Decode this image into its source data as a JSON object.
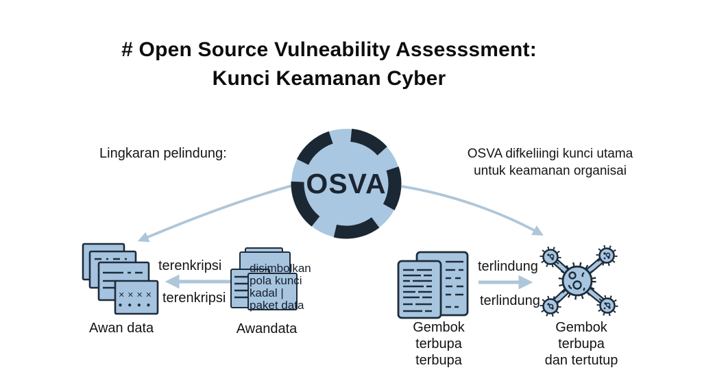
{
  "title": {
    "line1": "# Open Source Vulneability Assesssment:",
    "line2": "Kunci Keamanan Cyber"
  },
  "annotations": {
    "left_note": "Lingkaran pelindung:",
    "right_note_line1": "OSVA difkeliingi kunci utama",
    "right_note_line2": "untuk keamanan organisai"
  },
  "center_hub": {
    "label": "OSVA"
  },
  "flows": {
    "encrypt_top": "terenkripsi",
    "encrypt_bottom": "terenkripsi",
    "protect_top": "terlindung",
    "protect_bottom": "terlindung"
  },
  "nodes": {
    "awan_data": {
      "label": "Awan data"
    },
    "awandata": {
      "label": "Awandata",
      "doc_text": [
        "disimbolkan",
        "pola kunci",
        "kadal  |",
        "paket data"
      ]
    },
    "gembok_open": {
      "label_line1": "Gembok terbupa",
      "label_line2": "terbupa"
    },
    "gembok_closed": {
      "label_line1": "Gembok terbupa",
      "label_line2": "dan tertutup"
    }
  },
  "colors": {
    "icon_fill": "#a8c5e0",
    "outline_dark": "#1d2c3a",
    "arrow": "#aec6d9",
    "text": "#121212"
  }
}
